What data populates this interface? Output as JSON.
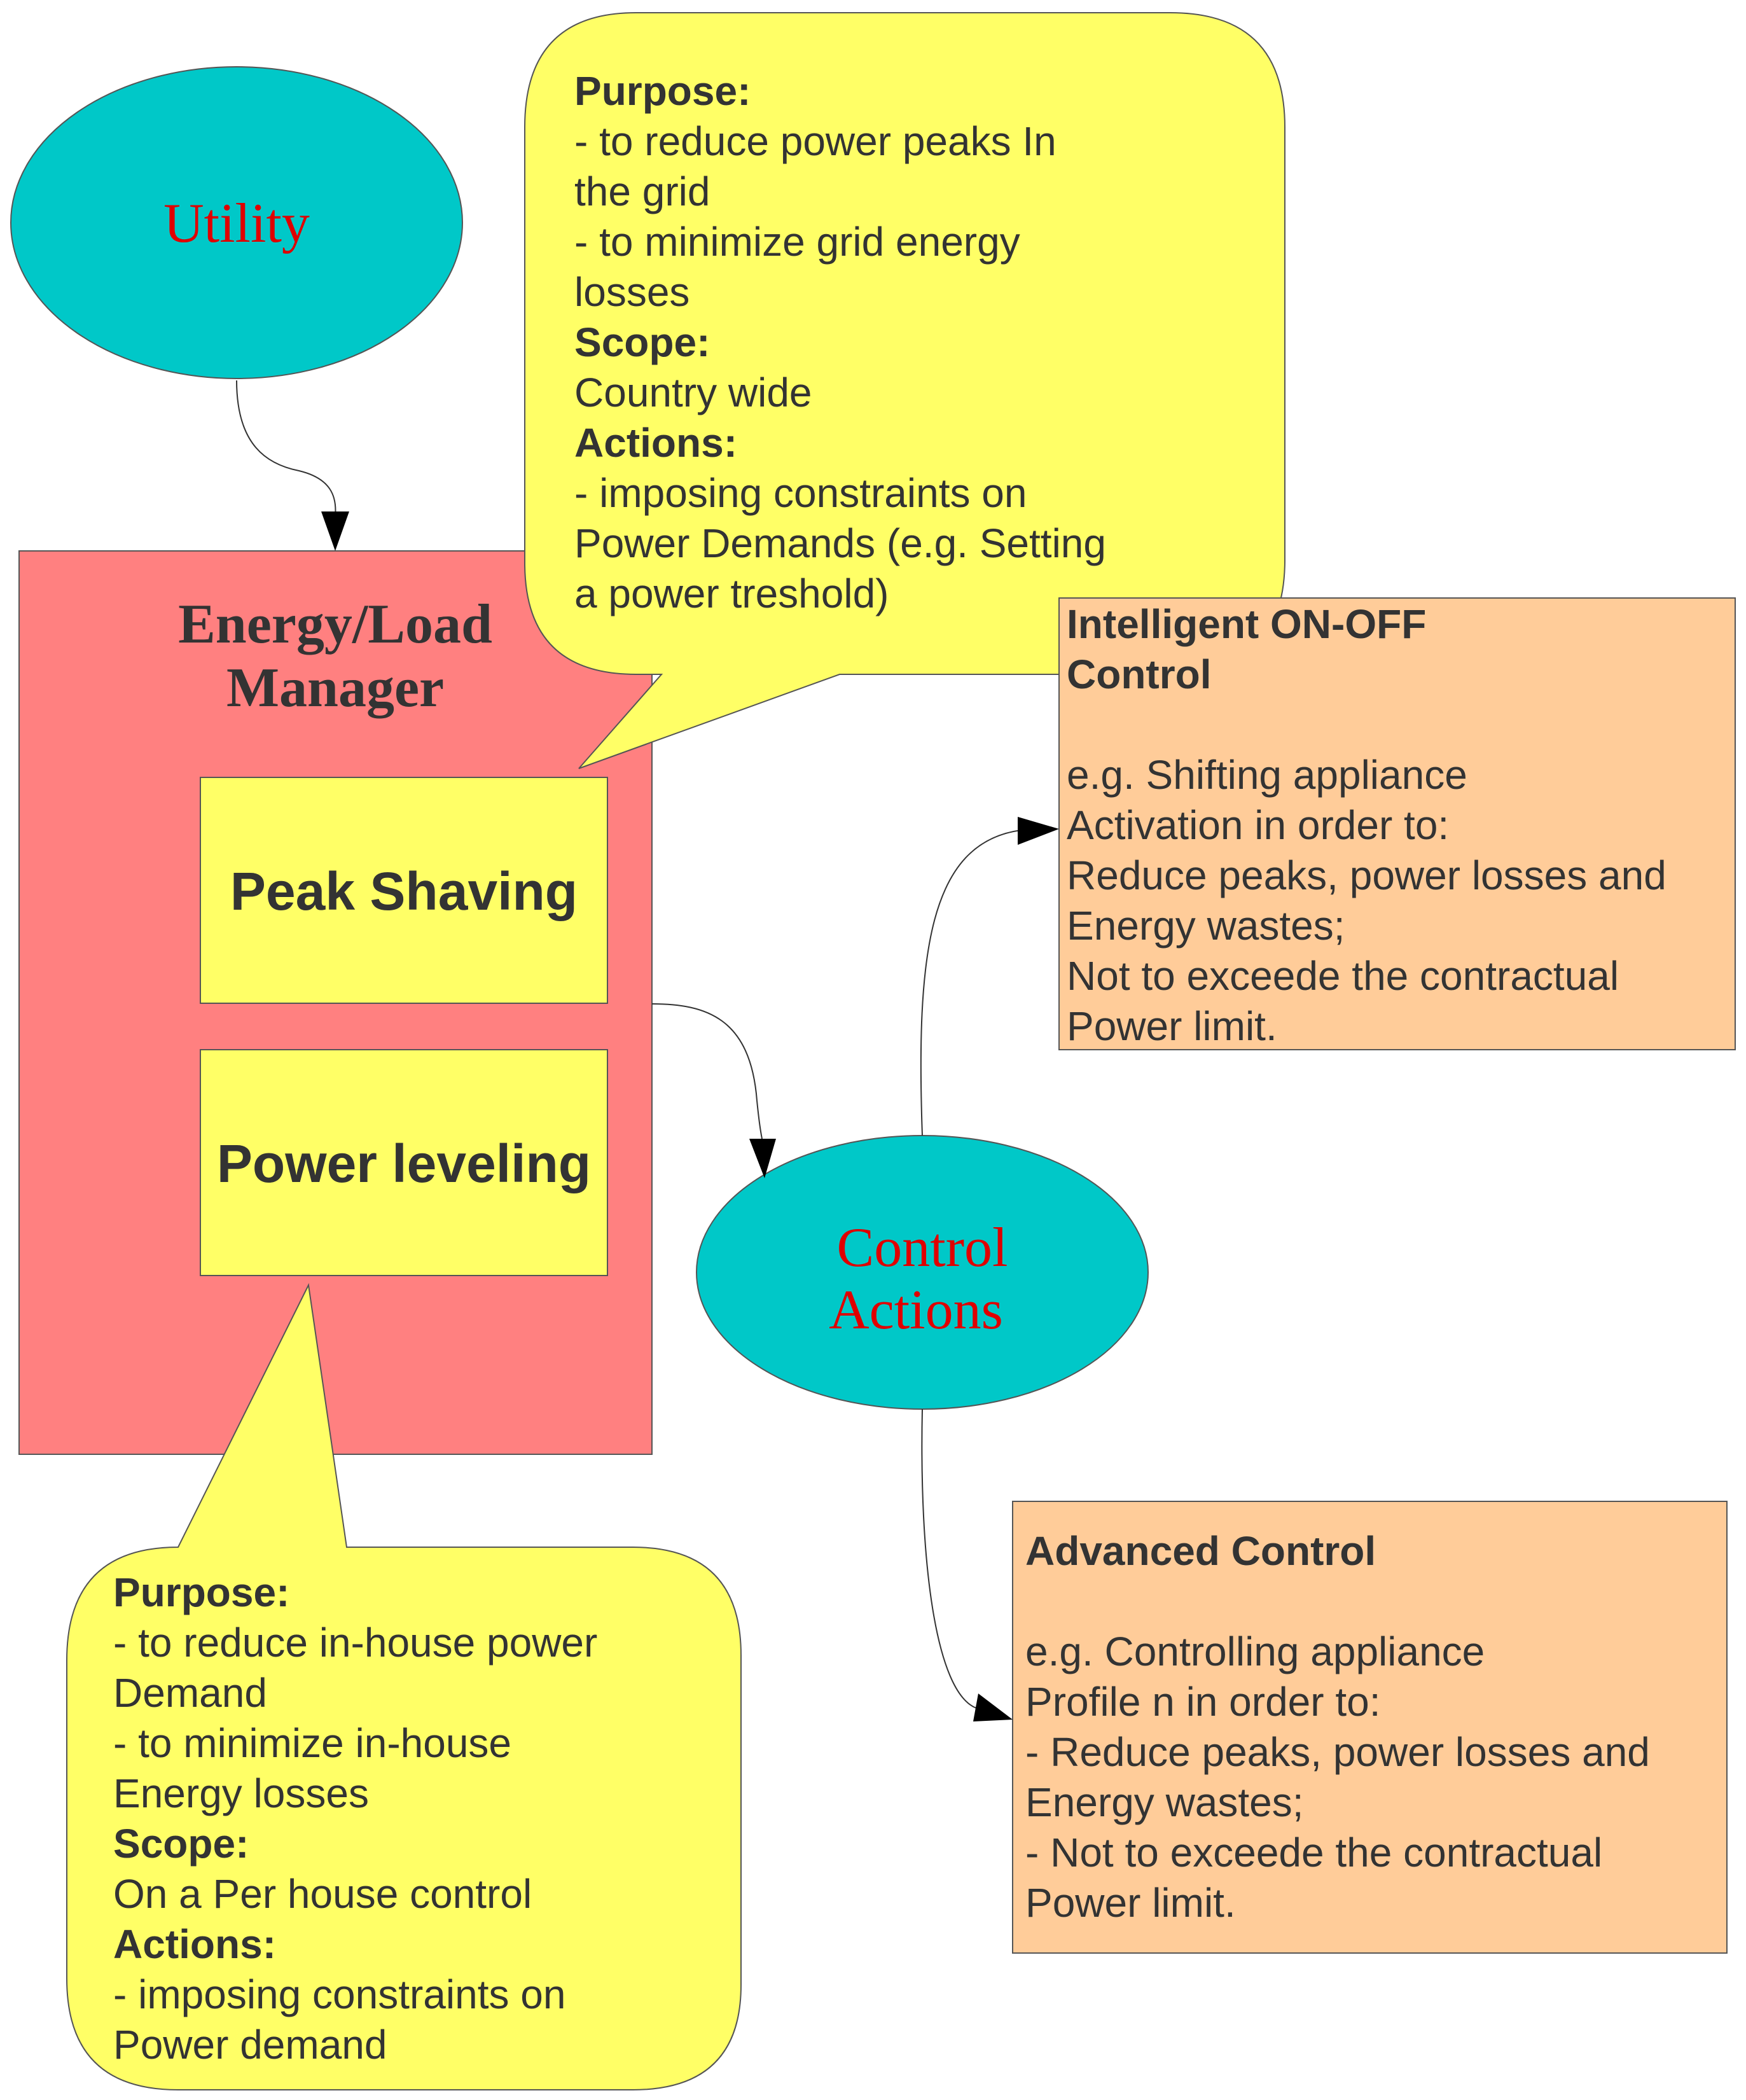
{
  "colors": {
    "ellipse_fill": "#00C8C8",
    "ellipse_text": "#E00000",
    "manager_fill": "#FF8080",
    "yellow_fill": "#FFFF66",
    "orange_fill": "#FFCC99",
    "dark_text": "#333333",
    "line": "#333333"
  },
  "nodes": {
    "utility": {
      "label": "Utility"
    },
    "manager": {
      "title_line1": "Energy/Load",
      "title_line2": "Manager"
    },
    "peak_shaving": {
      "label": "Peak Shaving"
    },
    "power_leveling": {
      "label": "Power leveling"
    },
    "control_actions": {
      "label_line1": "Control",
      "label_line2": "Actions"
    }
  },
  "callout_top": {
    "lines": [
      {
        "text": "Purpose:",
        "bold": true
      },
      {
        "text": "- to reduce power peaks In",
        "bold": false
      },
      {
        "text": "the grid",
        "bold": false
      },
      {
        "text": "- to minimize grid energy",
        "bold": false
      },
      {
        "text": "losses",
        "bold": false
      },
      {
        "text": "Scope:",
        "bold": true
      },
      {
        "text": "Country wide",
        "bold": false
      },
      {
        "text": "Actions:",
        "bold": true
      },
      {
        "text": "- imposing constraints on",
        "bold": false
      },
      {
        "text": "Power Demands (e.g. Setting",
        "bold": false
      },
      {
        "text": "a power treshold)",
        "bold": false
      }
    ]
  },
  "callout_bottom": {
    "lines": [
      {
        "text": "Purpose:",
        "bold": true
      },
      {
        "text": "- to reduce in-house power",
        "bold": false
      },
      {
        "text": "Demand",
        "bold": false
      },
      {
        "text": "- to minimize in-house",
        "bold": false
      },
      {
        "text": "Energy losses",
        "bold": false
      },
      {
        "text": "Scope:",
        "bold": true
      },
      {
        "text": "On a Per house control",
        "bold": false
      },
      {
        "text": "Actions:",
        "bold": true
      },
      {
        "text": "- imposing constraints on",
        "bold": false
      },
      {
        "text": "Power demand",
        "bold": false
      }
    ]
  },
  "box_intelligent": {
    "lines": [
      {
        "text": "Intelligent ON-OFF",
        "bold": true
      },
      {
        "text": "Control",
        "bold": true
      },
      {
        "text": "",
        "bold": false
      },
      {
        "text": "e.g. Shifting appliance",
        "bold": false
      },
      {
        "text": "Activation in order to:",
        "bold": false
      },
      {
        "text": "Reduce peaks, power losses and",
        "bold": false
      },
      {
        "text": "Energy wastes;",
        "bold": false
      },
      {
        "text": "Not to exceede the contractual",
        "bold": false
      },
      {
        "text": "Power limit.",
        "bold": false
      }
    ]
  },
  "box_advanced": {
    "lines": [
      {
        "text": "Advanced Control",
        "bold": true
      },
      {
        "text": "",
        "bold": false
      },
      {
        "text": "e.g. Controlling appliance",
        "bold": false
      },
      {
        "text": "Profile n in order to:",
        "bold": false
      },
      {
        "text": "- Reduce peaks, power losses and",
        "bold": false
      },
      {
        "text": "Energy wastes;",
        "bold": false
      },
      {
        "text": "- Not to exceede the contractual",
        "bold": false
      },
      {
        "text": "Power limit.",
        "bold": false
      }
    ]
  }
}
